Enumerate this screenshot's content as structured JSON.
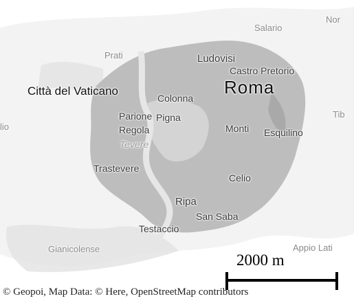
{
  "map": {
    "colors": {
      "background": "#ffffff",
      "land_faint": "#e4e4e4",
      "city_area": "#bdbdbd",
      "city_area_dark": "#a9a9a9",
      "river": "#d9d9d9"
    },
    "labels": {
      "salario": "Salario",
      "nomentano": "Nor",
      "prati": "Prati",
      "ludovisi": "Ludovisi",
      "castro_pretorio": "Castro Pretorio",
      "citta_del_vaticano": "Città del Vaticano",
      "roma": "Roma",
      "colonna": "Colonna",
      "tiburtino": "Tib",
      "aurelio": "lio",
      "parione": "Parione",
      "pigna": "Pigna",
      "regola": "Regola",
      "monti": "Monti",
      "esquilino": "Esquilino",
      "tevere": "Tevere",
      "trastevere": "Trastevere",
      "celio": "Celio",
      "ripa": "Ripa",
      "san_saba": "San Saba",
      "testaccio": "Testaccio",
      "gianicolense": "Gianicolense",
      "appio_latino": "Appio Lati"
    },
    "scale_bar": {
      "label": "2000 m"
    },
    "attribution": "© Geopoi, Map Data: © Here, OpenStreetMap contributors"
  }
}
